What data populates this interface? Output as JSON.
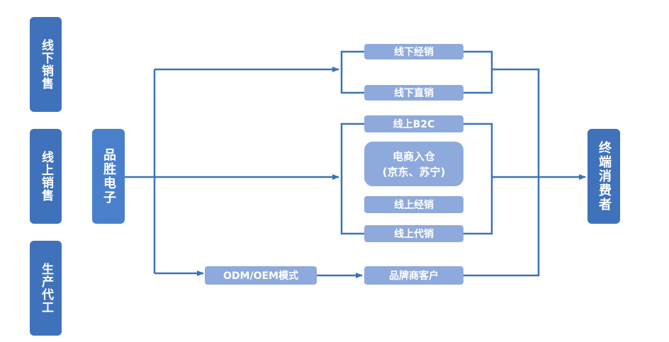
{
  "categories": {
    "offline": "线下销售",
    "online": "线上销售",
    "oem": "生产代工"
  },
  "company": "品胜电子",
  "consumer": "终端消费者",
  "channels": {
    "offline_dist": "线下经销",
    "offline_direct": "线下直销",
    "online_b2c": "线上B2C",
    "ecom_line1": "电商入仓",
    "ecom_line2": "(京东、苏宁)",
    "online_dist": "线上经销",
    "online_agency": "线上代销",
    "odm_oem": "ODM/OEM模式",
    "brand_clients": "品牌商客户"
  },
  "colors": {
    "category_box": "#3f72bb",
    "company_box": "#4a80cb",
    "channel_box": "#8ea9dc",
    "line": "#3a73b8"
  }
}
